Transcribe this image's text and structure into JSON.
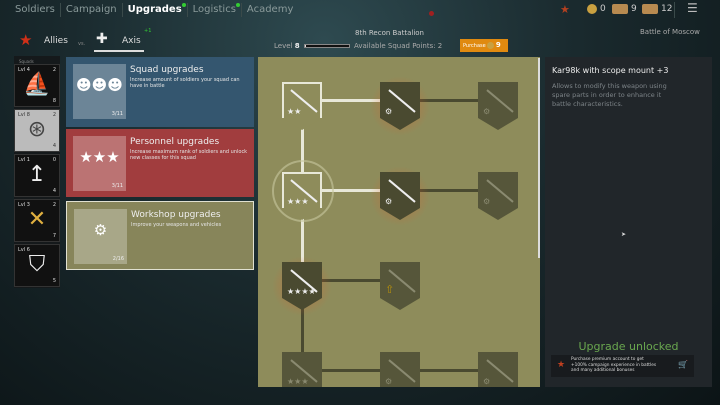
{
  "nav": {
    "tabs": [
      "Soldiers",
      "Campaign",
      "Upgrades",
      "Logistics",
      "Academy"
    ],
    "active": "Upgrades"
  },
  "resources": {
    "gold": "0",
    "cards_a": "9",
    "cards_b": "12"
  },
  "factions": {
    "allies": "Allies",
    "vs": "vs.",
    "axis": "Axis",
    "axis_badge": "+1"
  },
  "battalion": {
    "name": "8th Recon Battalion",
    "level_label": "Level",
    "level": "8",
    "level_progress": 0.02,
    "points_label": "Available Squad Points: 2",
    "purchase_label": "Purchase",
    "purchase_price": "9"
  },
  "campaign": "Battle of Moscow",
  "squads": {
    "label": "Squads",
    "items": [
      {
        "level": "Lvl 4",
        "points": "2",
        "count": "8",
        "emblem": "⛵"
      },
      {
        "level": "Lvl 8",
        "points": "2",
        "count": "4",
        "emblem": "⊛"
      },
      {
        "level": "Lvl 1",
        "points": "0",
        "count": "4",
        "emblem": "↥"
      },
      {
        "level": "Lvl 3",
        "points": "2",
        "count": "7",
        "emblem": "✕"
      },
      {
        "level": "Lvl 6",
        "points": "",
        "count": "5",
        "emblem": "⛉"
      }
    ]
  },
  "upgrades": [
    {
      "title": "Squad upgrades",
      "desc": "Increase amount of soldiers your squad can have in battle",
      "progress": "3/11",
      "color": "#34566f",
      "icon": "soldiers-icon",
      "glyph": "☻☻☻"
    },
    {
      "title": "Personnel upgrades",
      "desc": "Increase maximum rank of soldiers and unlock new classes for this squad",
      "progress": "3/11",
      "color": "#a13d3e",
      "icon": "stars-icon",
      "glyph": "★★★"
    },
    {
      "title": "Workshop upgrades",
      "desc": "Improve your weapons and vehicles",
      "progress": "2/16",
      "color": "#87855a",
      "icon": "rifle-icon",
      "glyph": "⚙"
    }
  ],
  "tree": {
    "nodes": [
      {
        "row": 0,
        "col": 0,
        "state": "owned",
        "sub": "★★"
      },
      {
        "row": 0,
        "col": 1,
        "state": "available",
        "sub": "⚙"
      },
      {
        "row": 0,
        "col": 2,
        "state": "locked",
        "sub": "⚙"
      },
      {
        "row": 1,
        "col": 0,
        "state": "owned",
        "sub": "★★★",
        "selected": true
      },
      {
        "row": 1,
        "col": 1,
        "state": "available",
        "sub": "⚙"
      },
      {
        "row": 1,
        "col": 2,
        "state": "locked",
        "sub": "⚙"
      },
      {
        "row": 2,
        "col": 0,
        "state": "available",
        "sub": "★★★★"
      },
      {
        "row": 2,
        "col": 1,
        "state": "locked",
        "sub": "⇧"
      },
      {
        "row": 3,
        "col": 0,
        "state": "locked",
        "sub": "★★★"
      },
      {
        "row": 3,
        "col": 1,
        "state": "locked",
        "sub": "⚙"
      },
      {
        "row": 3,
        "col": 2,
        "state": "locked",
        "sub": "⚙"
      }
    ]
  },
  "detail": {
    "title": "Kar98k with scope mount +3",
    "desc": "Allows to modify this weapon using spare parts in order to enhance it battle characteristics.",
    "status": "Upgrade unlocked",
    "status_color": "#6aa84f"
  },
  "promo": {
    "text": "Purchase premium account to get +100% campaign experience in battles and many additional bonuses"
  }
}
